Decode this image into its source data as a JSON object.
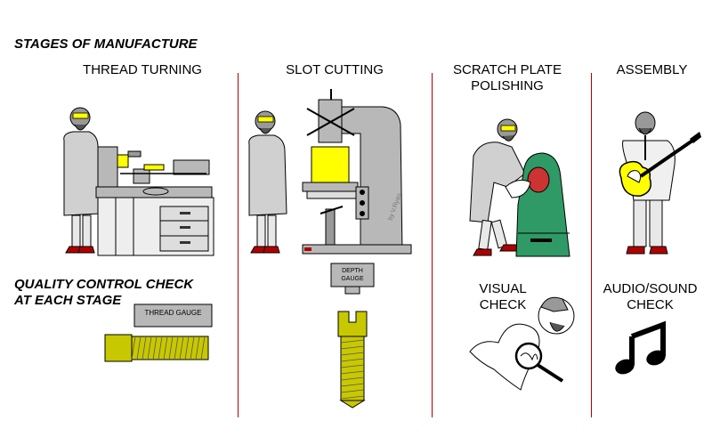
{
  "heading": "STAGES OF MANUFACTURE",
  "quality_heading_line1": "QUALITY CONTROL CHECK",
  "quality_heading_line2": "AT EACH STAGE",
  "stages": [
    {
      "label": "THREAD TURNING"
    },
    {
      "label": "SLOT CUTTING"
    },
    {
      "label_line1": "SCRATCH PLATE",
      "label_line2": "POLISHING"
    },
    {
      "label": "ASSEMBLY"
    }
  ],
  "checks": {
    "thread_gauge": "THREAD GAUGE",
    "depth_gauge_line1": "DEPTH",
    "depth_gauge_line2": "GAUGE",
    "visual_line1": "VISUAL",
    "visual_line2": "CHECK",
    "audio_line1": "AUDIO/SOUND",
    "audio_line2": "CHECK"
  },
  "machine_signature": "by V.Ryan",
  "colors": {
    "divider": "#b00000",
    "coat": "#d0d0d0",
    "machine": "#b8b8b8",
    "yellow": "#ffff00",
    "screw": "#c8c800",
    "polisher": "#2f9a66",
    "shoe": "#b00000"
  },
  "icons": [
    "music-note-icon",
    "magnifier-icon"
  ]
}
